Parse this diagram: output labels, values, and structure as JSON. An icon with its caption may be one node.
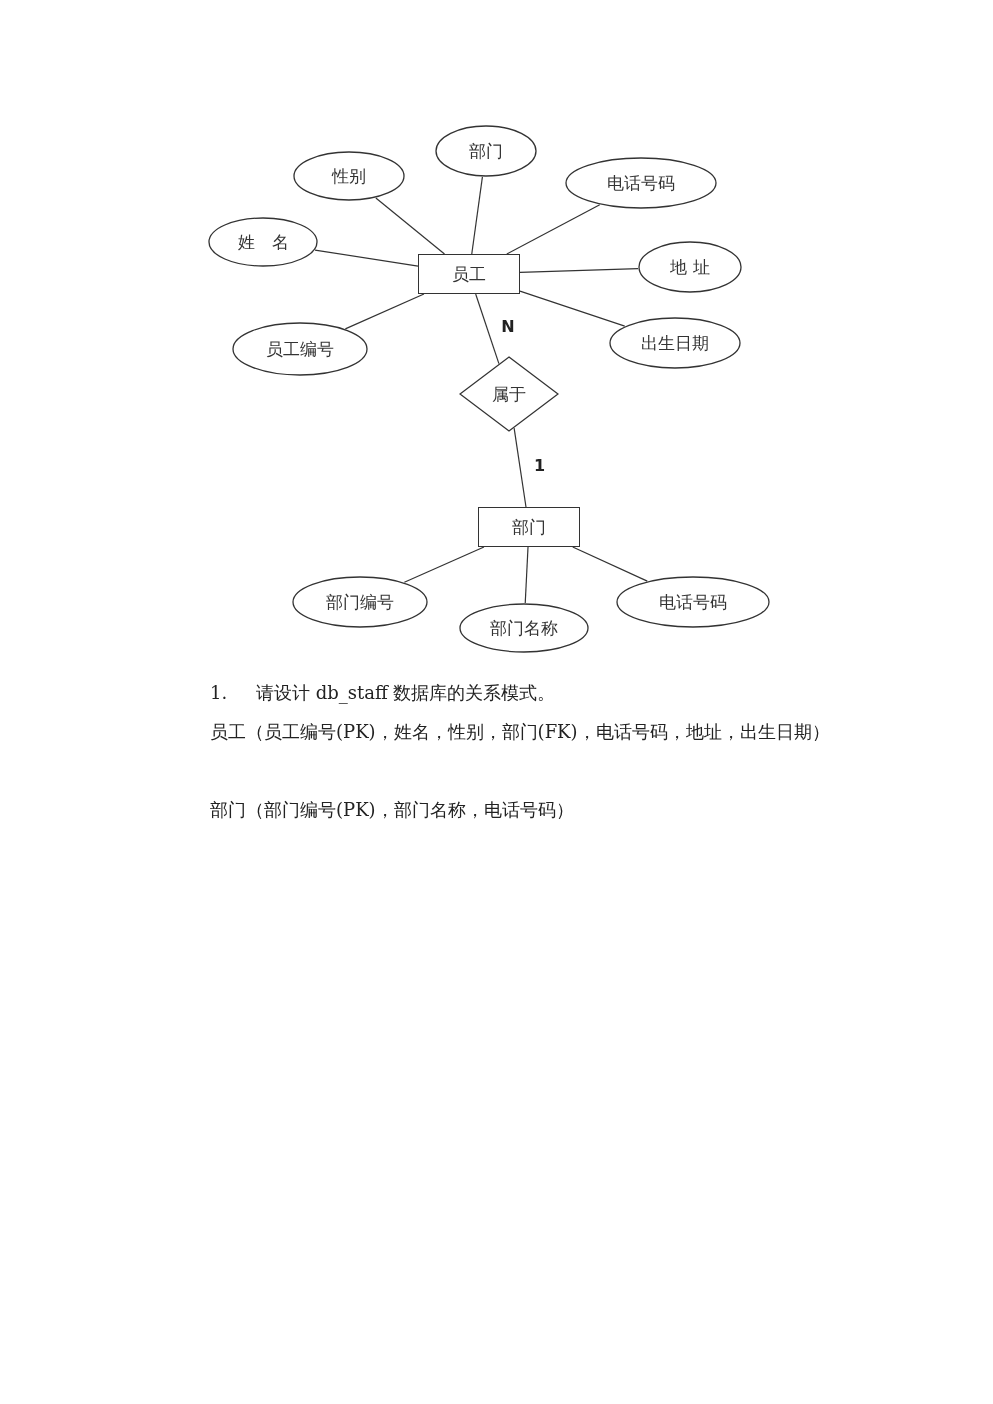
{
  "diagram": {
    "nodes": [
      {
        "text": [
          "部门"
        ]
      },
      {
        "text": [
          "性别"
        ]
      },
      {
        "text": [
          "电话号码"
        ]
      },
      {
        "text": [
          "姓　名"
        ]
      },
      {
        "text": [
          "员工"
        ]
      },
      {
        "text": [
          "地 址"
        ]
      },
      {
        "text": [
          "员工编号"
        ]
      },
      {
        "text": [
          "出生日期"
        ]
      },
      {
        "text": [
          "属于"
        ]
      },
      {
        "text": [
          "部门"
        ]
      },
      {
        "text": [
          "部门编号"
        ]
      },
      {
        "text": [
          "电话号码"
        ]
      },
      {
        "text": [
          "部门名称"
        ]
      }
    ],
    "edges": [
      {
        "from": 0,
        "to": 4,
        "arrow": "none"
      },
      {
        "from": 1,
        "to": 4,
        "arrow": "none"
      },
      {
        "from": 2,
        "to": 4,
        "arrow": "none"
      },
      {
        "from": 3,
        "to": 4,
        "arrow": "none"
      },
      {
        "from": 5,
        "to": 4,
        "arrow": "none"
      },
      {
        "from": 6,
        "to": 4,
        "arrow": "none"
      },
      {
        "from": 7,
        "to": 4,
        "arrow": "none"
      },
      {
        "from": 4,
        "to": 8,
        "arrow": "none",
        "label": "N"
      },
      {
        "from": 8,
        "to": 9,
        "arrow": "none",
        "label": "1"
      },
      {
        "from": 10,
        "to": 9,
        "arrow": "none"
      },
      {
        "from": 11,
        "to": 9,
        "arrow": "none"
      },
      {
        "from": 12,
        "to": 9,
        "arrow": "none"
      }
    ],
    "labels": [
      "1.",
      "请设计 db_staff 数据库的关系模式。",
      "员工（员工编号(PK)，姓名，性别，部门(FK)，电话号码，地址，出生日期）",
      "部门（部门编号(PK)，部门名称，电话号码）"
    ]
  }
}
